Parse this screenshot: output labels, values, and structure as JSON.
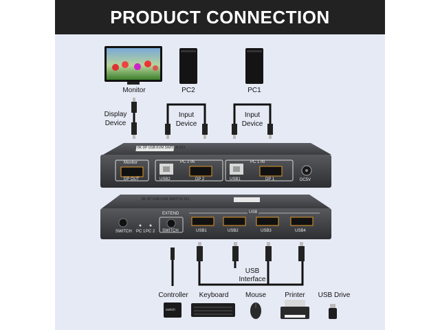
{
  "header": {
    "title": "PRODUCT CONNECTION"
  },
  "top_devices": {
    "monitor": "Monitor",
    "pc2": "PC2",
    "pc1": "PC1"
  },
  "cables": {
    "display_device": "Display\nDevice",
    "input_device": "Input\nDevice"
  },
  "back_panel": {
    "model": "8K DP USB KVM SWITCH 2X1",
    "monitor": "Monitor",
    "dp_out": "DP OUT",
    "pc2_in": "PC 2 IN",
    "usb2": "USB2",
    "dp2": "DP 2",
    "pc1_in": "PC 1 IN",
    "usb1": "USB1",
    "dp1": "DP 1",
    "dc5v": "DC5V"
  },
  "front_panel": {
    "model": "8K DP USB KVM SWITCH 2X1",
    "switch": "SWITCH",
    "pc1": "PC 1",
    "pc2": "PC 2",
    "extend": "EXTEND",
    "extend_switch": "SWITCH",
    "usb": "USB",
    "ports": [
      "USB1",
      "USB2",
      "USB3",
      "USB4"
    ]
  },
  "usb_interface": "USB\nInterface",
  "peripherals": {
    "controller": "Controller",
    "keyboard": "Keyboard",
    "mouse": "Mouse",
    "printer": "Printer",
    "usb_drive": "USB Drive",
    "controller_badge": "switch"
  },
  "colors": {
    "header_bg": "#222222",
    "panel_bg": "#e6eaf5",
    "device_body": "#4a4b4f",
    "port_orange": "#e39b2a"
  }
}
